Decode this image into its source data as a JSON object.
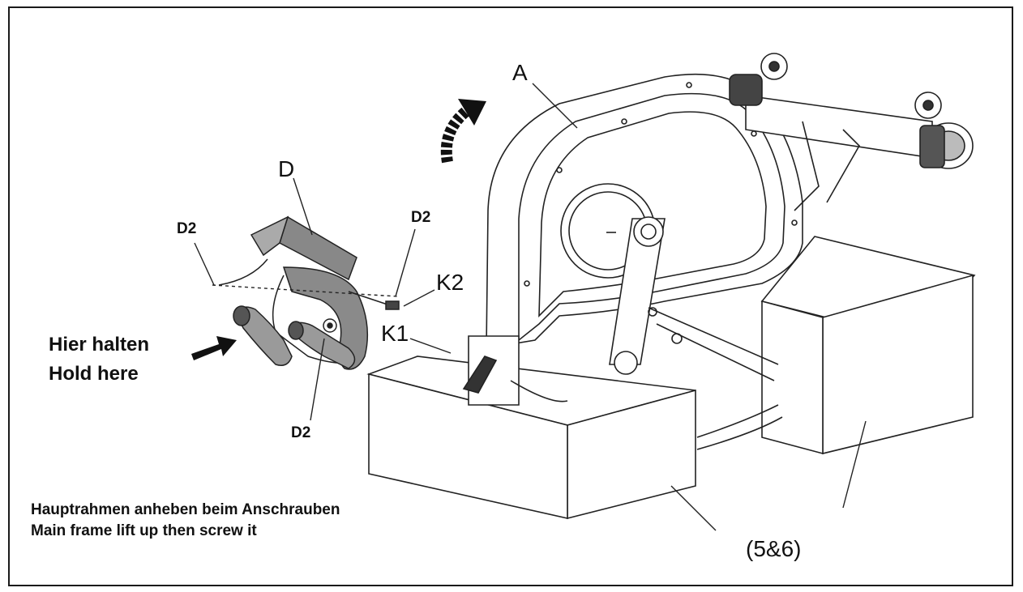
{
  "labels": {
    "A": "A",
    "D": "D",
    "D2_left": "D2",
    "D2_right": "D2",
    "D2_bottom": "D2",
    "K1": "K1",
    "K2": "K2",
    "ref": "(5&6)"
  },
  "hold_here": {
    "de": "Hier halten",
    "en": "Hold here"
  },
  "instruction": {
    "de": "Hauptrahmen anheben beim Anschrauben",
    "en": "Main frame lift up then screw it"
  }
}
